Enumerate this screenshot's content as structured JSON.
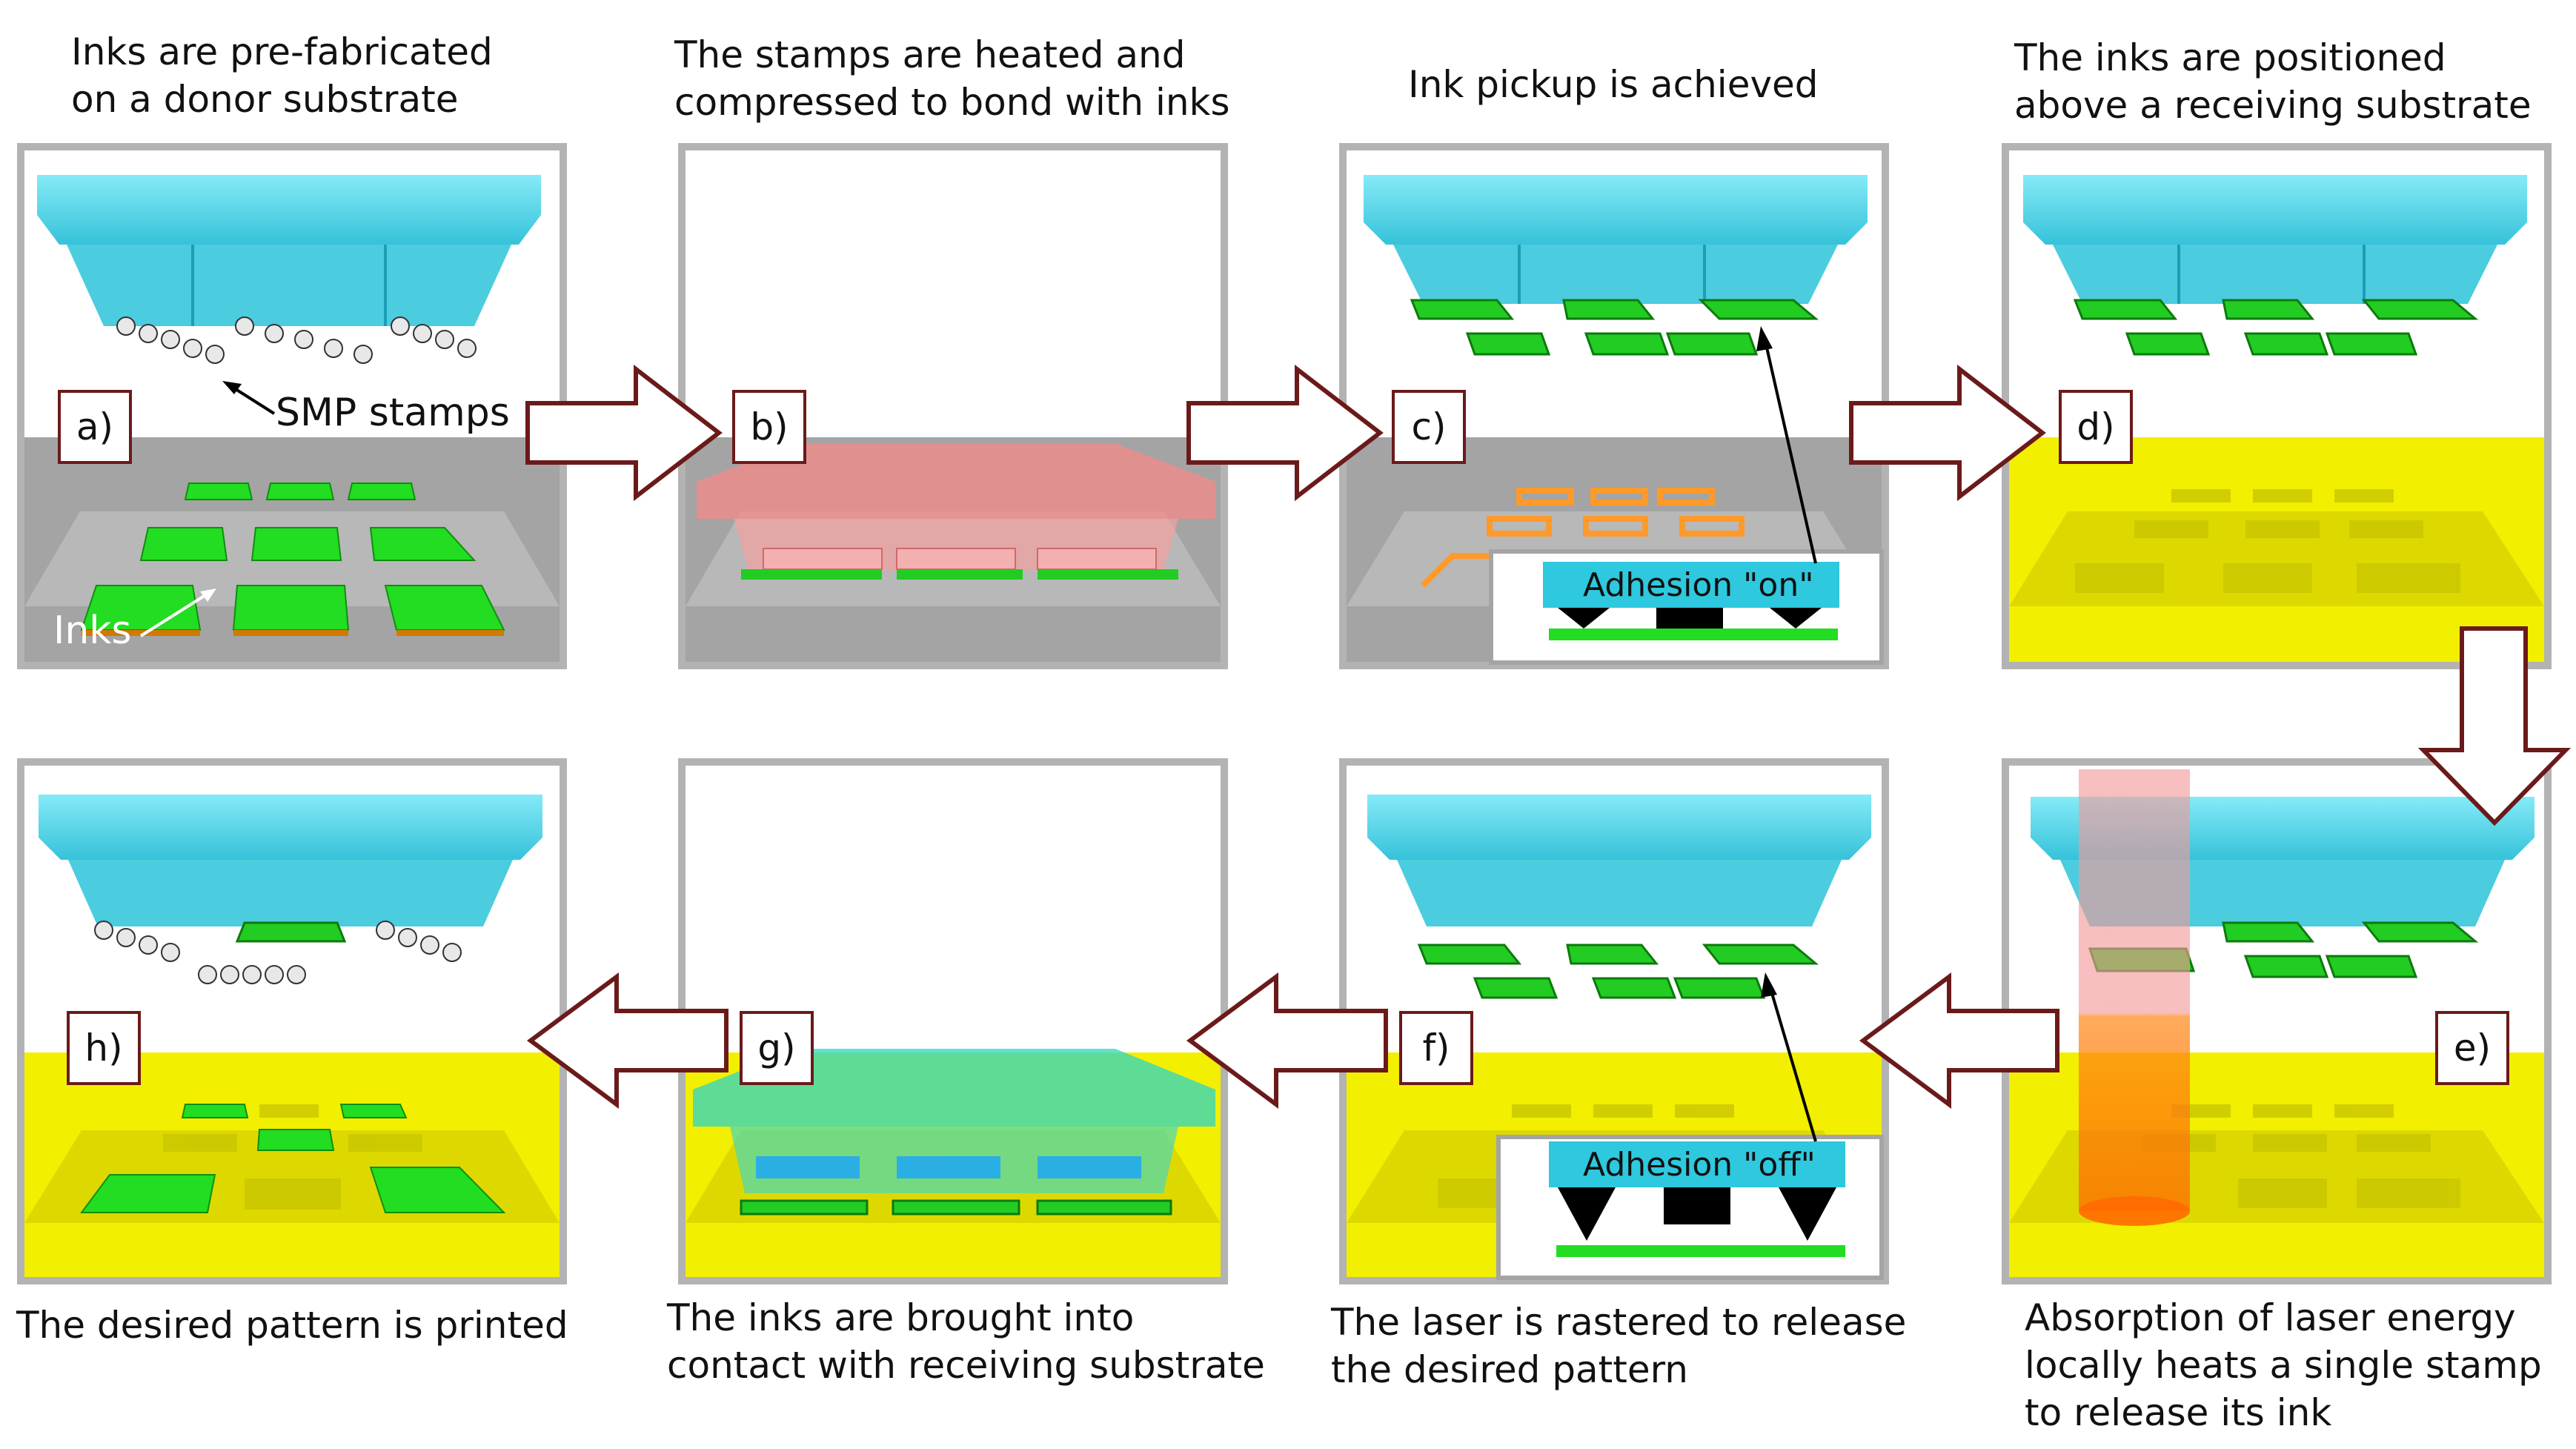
{
  "captions": {
    "a": [
      "Inks are pre-fabricated",
      "on a donor substrate"
    ],
    "b": [
      "The stamps are heated and",
      "compressed to bond with inks"
    ],
    "c": [
      "Ink pickup is achieved"
    ],
    "d": [
      "The inks are positioned",
      "above a receiving substrate"
    ],
    "e": [
      "Absorption of laser energy",
      "locally heats a single stamp",
      "to release its ink"
    ],
    "f": [
      "The laser is rastered to release",
      "the desired pattern"
    ],
    "g": [
      "The inks are brought into",
      "contact with receiving substrate"
    ],
    "h": [
      "The desired pattern is printed"
    ]
  },
  "labels": {
    "a": "a)",
    "b": "b)",
    "c": "c)",
    "d": "d)",
    "e": "e)",
    "f": "f)",
    "g": "g)",
    "h": "h)"
  },
  "annotations": {
    "smp_stamps": "SMP stamps",
    "inks": "Inks",
    "adhesion_on": "Adhesion \"on\"",
    "adhesion_off": "Adhesion \"off\""
  },
  "colors": {
    "frame": "#b3b3b3",
    "stamp": "#2ec8df",
    "stamp_light": "#7ee4f2",
    "ink": "#22dd22",
    "ink_dark": "#118811",
    "donor": "#9c9c9c",
    "receiver": "#f2ef00",
    "heated": "#f58a8a",
    "laser": "#f0a0a0",
    "laser_hot": "#ff7a10",
    "arrow_border": "#6b1a1a",
    "residue": "#ff9a2a"
  }
}
